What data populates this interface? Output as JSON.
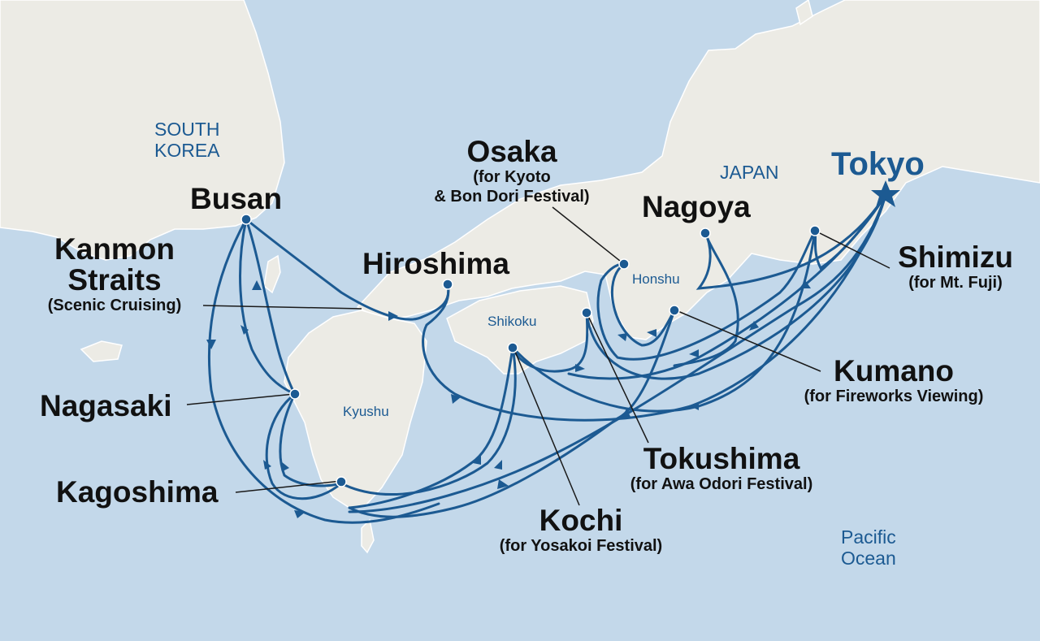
{
  "map": {
    "countries": {
      "korea": "SOUTH\nKOREA",
      "japan": "JAPAN"
    },
    "islands": {
      "honshu": "Honshu",
      "shikoku": "Shikoku",
      "kyushu": "Kyushu"
    },
    "ocean": "Pacific\nOcean",
    "colors": {
      "route": "#1c5a92",
      "sea": "#c3d8ea",
      "land": "#ecebe5",
      "label": "#111111"
    },
    "ports": {
      "tokyo": {
        "name": "Tokyo",
        "marker": "star-icon"
      },
      "osaka": {
        "name": "Osaka",
        "note": "(for Kyoto\n& Bon Dori Festival)"
      },
      "busan": {
        "name": "Busan"
      },
      "nagoya": {
        "name": "Nagoya"
      },
      "hiroshima": {
        "name": "Hiroshima"
      },
      "kanmon": {
        "name": "Kanmon\nStraits",
        "note": "(Scenic Cruising)"
      },
      "shimizu": {
        "name": "Shimizu",
        "note": "(for Mt. Fuji)"
      },
      "kumano": {
        "name": "Kumano",
        "note": "(for Fireworks Viewing)"
      },
      "nagasaki": {
        "name": "Nagasaki"
      },
      "tokushima": {
        "name": "Tokushima",
        "note": "(for Awa Odori Festival)"
      },
      "kagoshima": {
        "name": "Kagoshima"
      },
      "kochi": {
        "name": "Kochi",
        "note": "(for Yosakoi Festival)"
      }
    }
  }
}
